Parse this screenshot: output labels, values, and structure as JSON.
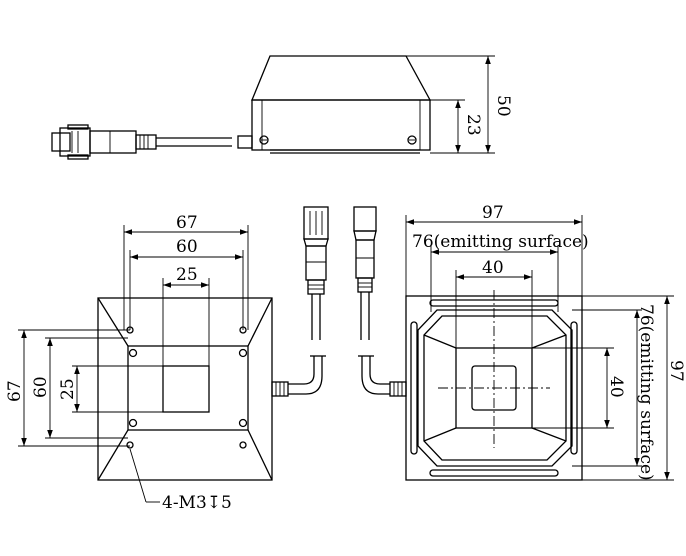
{
  "side_view": {
    "dim_total_height": "50",
    "dim_housing_height": "23"
  },
  "front_view": {
    "dim_width_67": "67",
    "dim_width_60": "60",
    "dim_width_25": "25",
    "dim_height_67": "67",
    "dim_height_60": "60",
    "dim_height_25": "25",
    "hole_callout": "4-M3↧5"
  },
  "back_view": {
    "dim_width_97": "97",
    "dim_emitting_width": "76(emitting surface)",
    "dim_width_40": "40",
    "dim_height_97": "97",
    "dim_emitting_height": "76(emitting surface)",
    "dim_height_40": "40"
  }
}
